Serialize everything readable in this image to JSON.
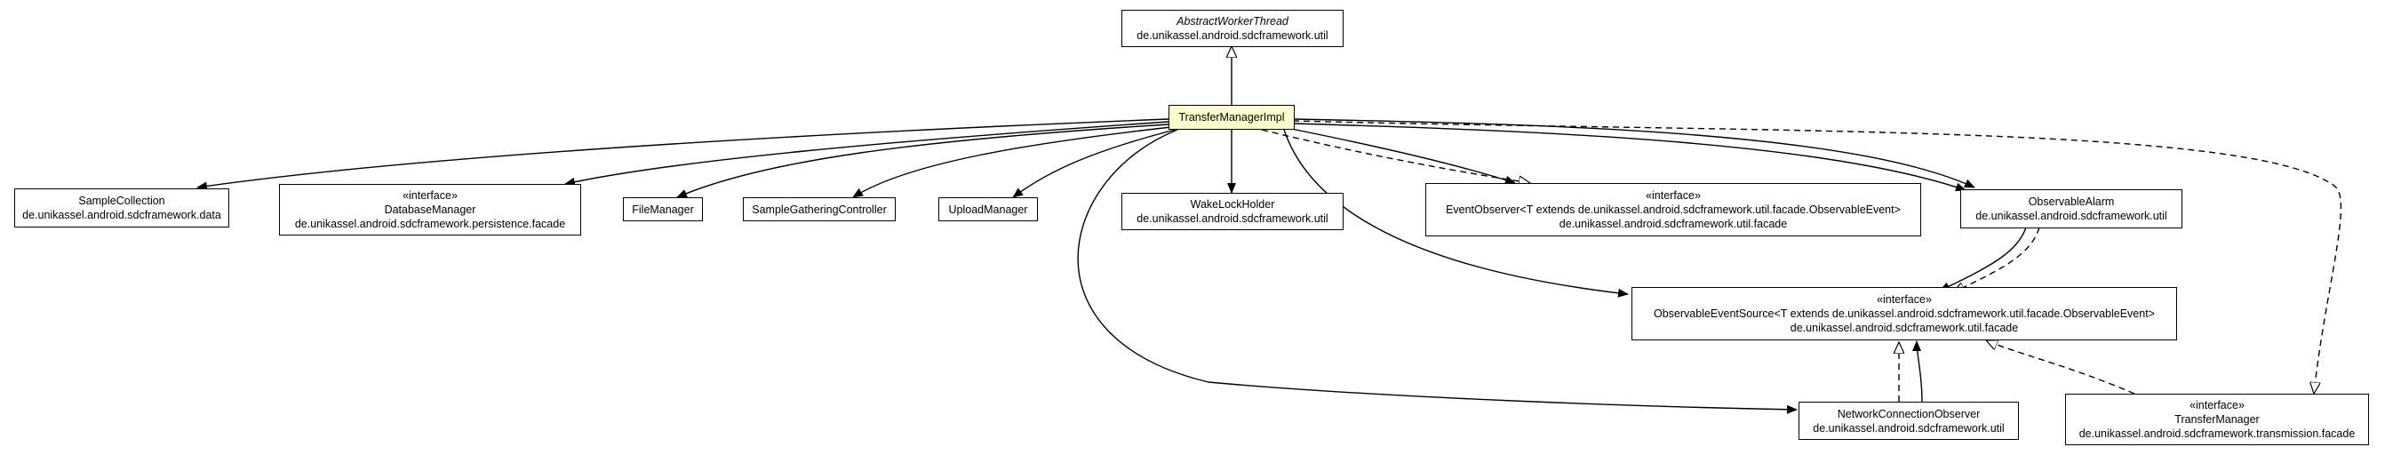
{
  "classes": {
    "abstract_worker_thread": {
      "name": "AbstractWorkerThread",
      "package": "de.unikassel.android.sdcframework.util"
    },
    "transfer_manager_impl": {
      "name": "TransferManagerImpl"
    },
    "sample_collection": {
      "name": "SampleCollection",
      "package": "de.unikassel.android.sdcframework.data"
    },
    "database_manager": {
      "stereotype": "«interface»",
      "name": "DatabaseManager",
      "package": "de.unikassel.android.sdcframework.persistence.facade"
    },
    "file_manager": {
      "name": "FileManager"
    },
    "sample_gathering_controller": {
      "name": "SampleGatheringController"
    },
    "upload_manager": {
      "name": "UploadManager"
    },
    "wake_lock_holder": {
      "name": "WakeLockHolder",
      "package": "de.unikassel.android.sdcframework.util"
    },
    "event_observer": {
      "stereotype": "«interface»",
      "name": "EventObserver<T extends de.unikassel.android.sdcframework.util.facade.ObservableEvent>",
      "package": "de.unikassel.android.sdcframework.util.facade"
    },
    "observable_alarm": {
      "name": "ObservableAlarm",
      "package": "de.unikassel.android.sdcframework.util"
    },
    "observable_event_source": {
      "stereotype": "«interface»",
      "name": "ObservableEventSource<T extends de.unikassel.android.sdcframework.util.facade.ObservableEvent>",
      "package": "de.unikassel.android.sdcframework.util.facade"
    },
    "network_connection_observer": {
      "name": "NetworkConnectionObserver",
      "package": "de.unikassel.android.sdcframework.util"
    },
    "transfer_manager": {
      "stereotype": "«interface»",
      "name": "TransferManager",
      "package": "de.unikassel.android.sdcframework.transmission.facade"
    }
  }
}
